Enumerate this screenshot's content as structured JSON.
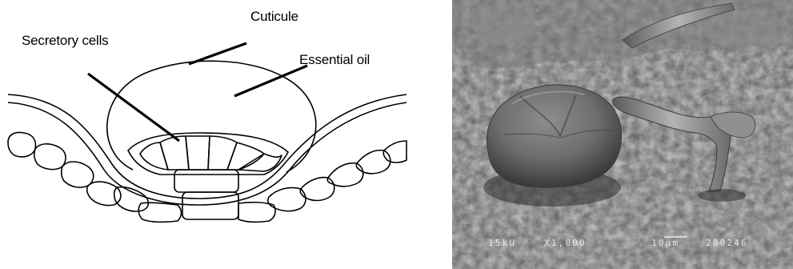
{
  "labels": {
    "cuticule": "Cuticule",
    "secretory_cells": "Secretory cells",
    "essential_oil": "Essential oil"
  },
  "micrograph": {
    "voltage": "15kU",
    "magnification": "X1,000",
    "scale_bar": "10μm",
    "image_number": "280246"
  },
  "colors": {
    "line": "#000000",
    "background": "#ffffff"
  }
}
